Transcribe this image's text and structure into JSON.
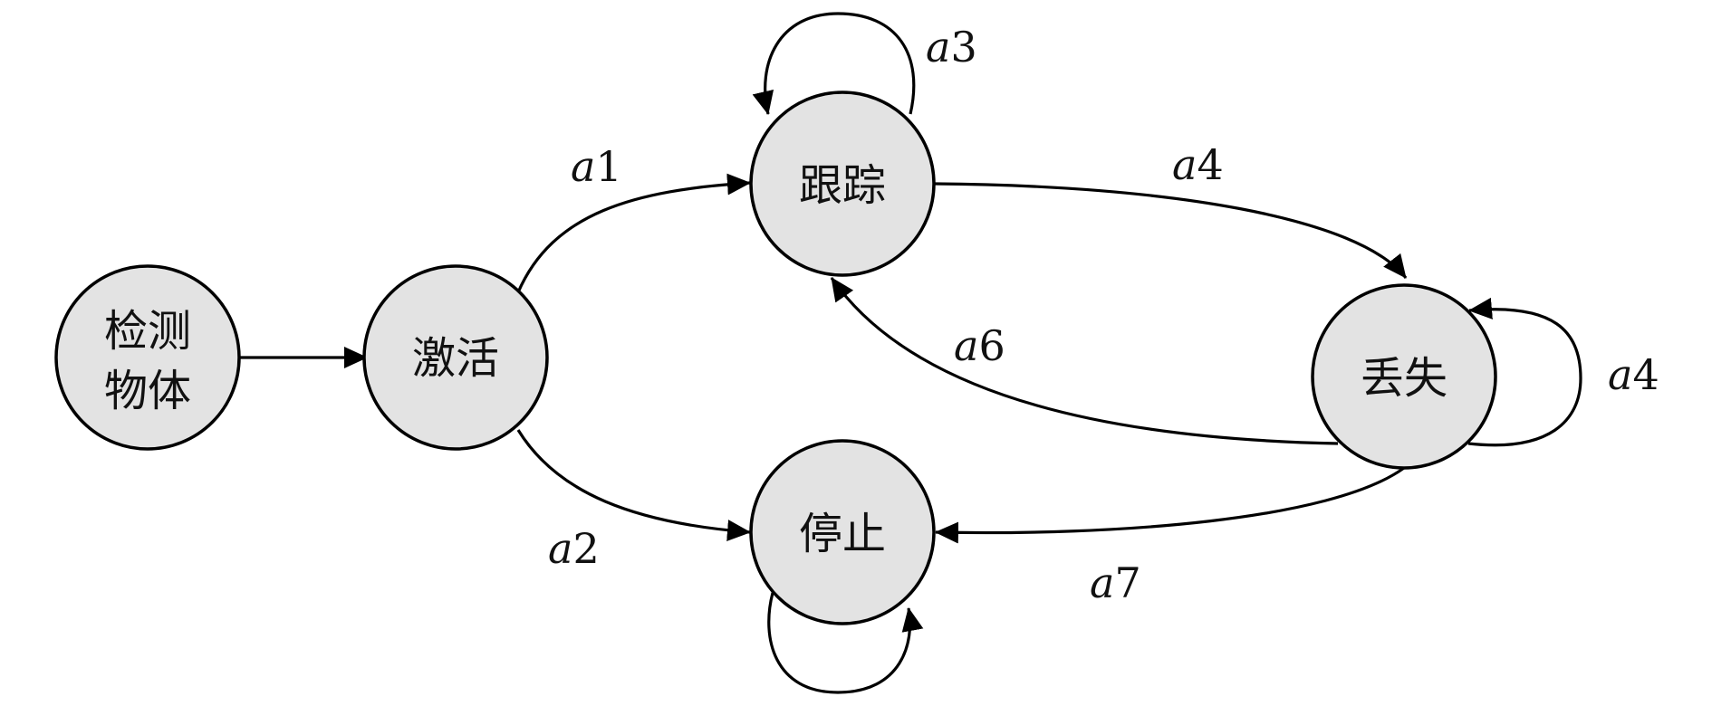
{
  "nodes": {
    "detect": {
      "line1": "检测",
      "line2": "物体"
    },
    "activate": {
      "label": "激活"
    },
    "track": {
      "label": "跟踪"
    },
    "stop": {
      "label": "停止"
    },
    "lost": {
      "label": "丢失"
    }
  },
  "edges": {
    "a1": {
      "var": "a",
      "num": "1"
    },
    "a2": {
      "var": "a",
      "num": "2"
    },
    "a3": {
      "var": "a",
      "num": "3"
    },
    "a4_top": {
      "var": "a",
      "num": "4"
    },
    "a4_loop": {
      "var": "a",
      "num": "4"
    },
    "a6": {
      "var": "a",
      "num": "6"
    },
    "a7": {
      "var": "a",
      "num": "7"
    }
  },
  "colors": {
    "node_fill": "#e3e3e3",
    "stroke": "#000000"
  }
}
